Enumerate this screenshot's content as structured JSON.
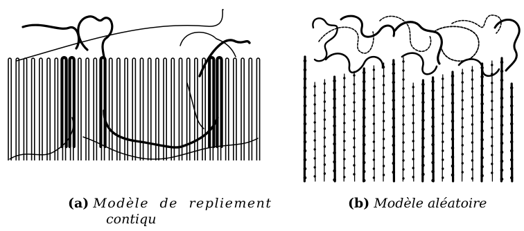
{
  "figures": [
    {
      "id": "a",
      "tag": "(a)",
      "caption_line1": "Modèle de repliement",
      "caption_line2": "contiqu",
      "style": "regular-fold-lamellae"
    },
    {
      "id": "b",
      "tag": "(b)",
      "caption_line1": "Modèle aléatoire",
      "style": "random-switchboard-chains"
    }
  ],
  "colors": {
    "ink": "#000000",
    "background": "#ffffff"
  }
}
